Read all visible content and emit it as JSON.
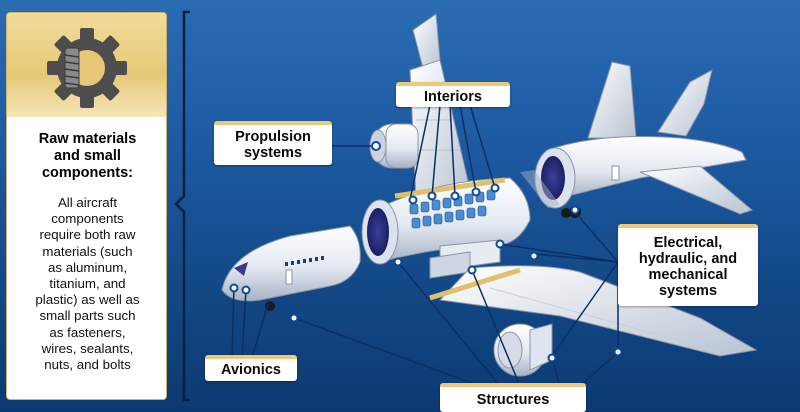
{
  "sidebar": {
    "icon": "gear-with-bolt-icon",
    "title_line1": "Raw materials",
    "title_line2": "and small",
    "title_line3": "components:",
    "body_lines": [
      "All aircraft",
      "components",
      "require both raw",
      "materials (such",
      "as aluminum,",
      "titanium, and",
      "plastic) as well as",
      "small parts such",
      "as fasteners,",
      "wires, sealants,",
      "nuts, and bolts"
    ]
  },
  "labels": {
    "interiors": "Interiors",
    "propulsion_line1": "Propulsion",
    "propulsion_line2": "systems",
    "electrical_line1": "Electrical,",
    "electrical_line2": "hydraulic, and",
    "electrical_line3": "mechanical",
    "electrical_line4": "systems",
    "avionics": "Avionics",
    "structures": "Structures"
  },
  "colors": {
    "background_top": "#2b6cb3",
    "background_bottom": "#0b3a72",
    "label_border": "#e9c97a",
    "sidebar_head": "#e7c877",
    "connector_line": "#0c2f63",
    "connector_dot": "#ffffff"
  }
}
